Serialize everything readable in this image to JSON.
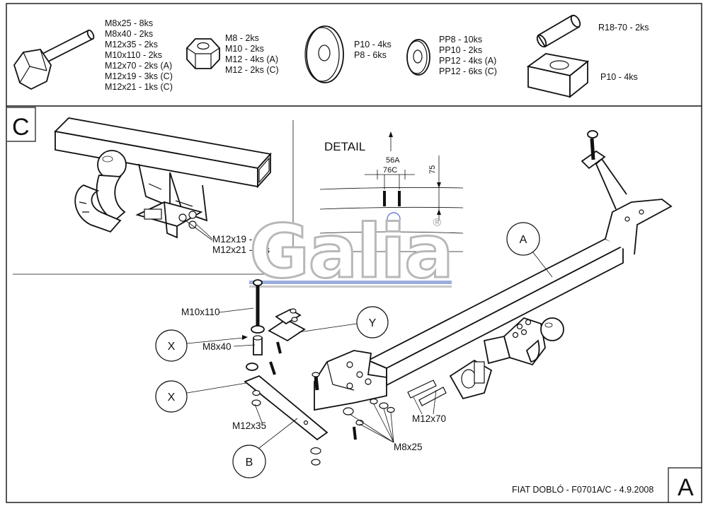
{
  "parts": {
    "bolts": [
      "M8x25 - 8ks",
      "M8x40 - 2ks",
      "M12x35 - 2ks",
      "M10x110 - 2ks",
      "M12x70 - 2ks (A)",
      "M12x19 - 3ks (C)",
      "M12x21 - 1ks (C)"
    ],
    "nuts": [
      "M8 - 2ks",
      "M10 - 2ks",
      "M12 - 4ks (A)",
      "M12 - 2ks (C)"
    ],
    "big_washers": [
      "P10 - 4ks",
      "P8 - 6ks"
    ],
    "spring_washers": [
      "PP8 - 10ks",
      "PP10 - 2ks",
      "PP12 - 4ks (A)",
      "PP12 - 6ks (C)"
    ],
    "tube": [
      "R18-70 - 2ks"
    ],
    "plate": [
      "P10 - 4ks"
    ]
  },
  "section_c": {
    "letter": "C",
    "callouts": [
      "M12x19 - 3ks",
      "M12x21 - 1ks"
    ]
  },
  "detail": {
    "title": "DETAIL",
    "dim_56a": "56A",
    "dim_76c": "76C",
    "dim_75": "75"
  },
  "logo": {
    "text": "Galia",
    "registered": "®"
  },
  "callouts": {
    "a": "A",
    "b": "B",
    "x1": "X",
    "x2": "X",
    "y": "Y"
  },
  "bolt_labels": {
    "m10x110": "M10x110",
    "m8x40": "M8x40",
    "m12x35": "M12x35",
    "m12x70": "M12x70",
    "m8x25": "M8x25"
  },
  "footer": {
    "caption": "FIAT DOBLÓ - F0701A/C - 4.9.2008",
    "sheet_letter": "A"
  }
}
